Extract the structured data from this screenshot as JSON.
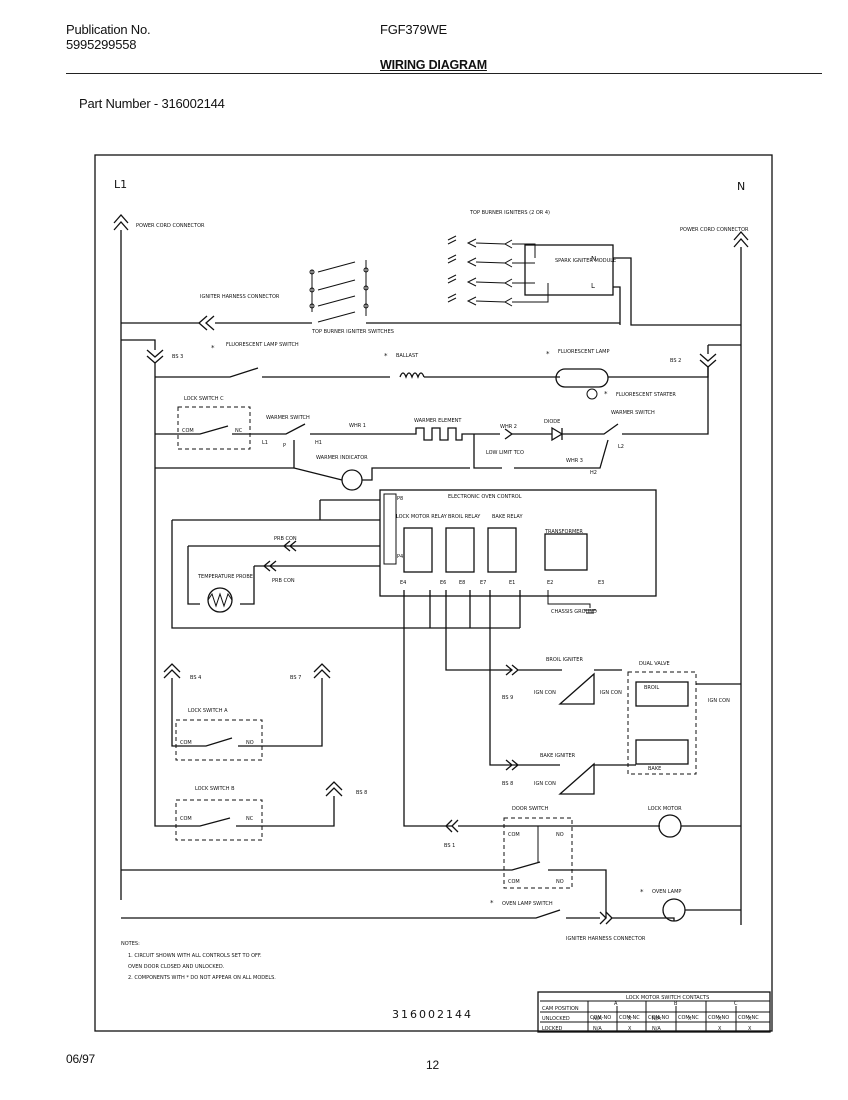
{
  "header": {
    "publication_label": "Publication No.",
    "publication_number": "5995299558",
    "model": "FGF379WE",
    "title": "WIRING DIAGRAM",
    "part_number": "Part Number - 316002144"
  },
  "diagram": {
    "line1": "L1",
    "neutral": "N",
    "power_cord_connector": "POWER CORD CONNECTOR",
    "top_burner_igniters": "TOP BURNER IGNITERS (2 OR 4)",
    "spark_igniter_module": "SPARK IGNITER MODULE",
    "module_l": "L",
    "module_n": "N",
    "igniter_harness_connector": "IGNITER HARNESS CONNECTOR",
    "top_burner_igniter_switches": "TOP BURNER IGNITER SWITCHES",
    "fluorescent_lamp_switch": "FLUORESCENT LAMP SWITCH",
    "ballast": "BALLAST",
    "fluorescent_lamp": "FLUORESCENT LAMP",
    "fluorescent_starter": "FLUORESCENT STARTER",
    "asterisk": "*",
    "bs3": "BS 3",
    "bs2": "BS 2",
    "bs4": "BS 4",
    "bs7": "BS 7",
    "bs8": "BS 8",
    "bs9": "BS 9",
    "bs1": "BS 1",
    "lock_switch_c": "LOCK SWITCH C",
    "lock_switch_a": "LOCK SWITCH A",
    "lock_switch_b": "LOCK SWITCH B",
    "com": "COM",
    "nc": "NC",
    "no": "NO",
    "warmer_switch": "WARMER SWITCH",
    "warmer_element": "WARMER ELEMENT",
    "warmer_indicator": "WARMER INDICATOR",
    "whr1": "WHR 1",
    "whr2": "WHR 2",
    "whr3": "WHR 3",
    "diode": "DIODE",
    "low_limit_tco": "LOW LIMIT TCO",
    "l1": "L1",
    "p": "P",
    "h1": "H1",
    "h2": "H2",
    "l2": "L2",
    "electronic_oven_control": "ELECTRONIC OVEN CONTROL",
    "lock_motor_relay": "LOCK MOTOR RELAY",
    "broil_relay": "BROIL RELAY",
    "bake_relay": "BAKE RELAY",
    "transformer": "TRANSFORMER",
    "chassis_ground": "CHASSIS GROUND",
    "prb_con_1": "PRB CON",
    "prb_con_2": "PRB CON",
    "temperature_probe": "TEMPERATURE PROBE",
    "terminals": [
      "P8",
      "P4",
      "E4",
      "E6",
      "E8",
      "E7",
      "E1",
      "E2",
      "E3"
    ],
    "broil_igniter": "BROIL IGNITER",
    "bake_igniter": "BAKE IGNITER",
    "dual_valve": "DUAL VALVE",
    "broil": "BROIL",
    "bake": "BAKE",
    "ign_con": "IGN CON",
    "lock_motor": "LOCK MOTOR",
    "door_switch": "DOOR SWITCH",
    "oven_lamp": "OVEN LAMP",
    "oven_lamp_switch": "OVEN LAMP SWITCH",
    "igniter_harness_connector_2": "IGNITER HARNESS CONNECTOR",
    "notes": [
      "NOTES:",
      "1.  CIRCUIT SHOWN WITH ALL CONTROLS SET TO OFF.",
      "     OVEN DOOR CLOSED AND UNLOCKED.",
      "2.  COMPONENTS WITH * DO NOT APPEAR ON ALL MODELS."
    ],
    "drawing_number": "316002144"
  },
  "contacts_table": {
    "title": "LOCK MOTOR SWITCH CONTACTS",
    "cam_position": "CAM POSITION",
    "groups": [
      "A",
      "B",
      "C"
    ],
    "subheaders": [
      "COM-NO",
      "COM-NC",
      "COM-NO",
      "COM-NC",
      "COM-NO",
      "COM-NC"
    ],
    "rows": [
      {
        "label": "UNLOCKED",
        "cells": [
          "N/A",
          "X",
          "N/A",
          "X",
          "X",
          "X"
        ]
      },
      {
        "label": "LOCKED",
        "cells": [
          "N/A",
          "X",
          "N/A",
          "",
          "X",
          "X"
        ]
      }
    ]
  },
  "footer": {
    "date": "06/97",
    "page": "12"
  }
}
